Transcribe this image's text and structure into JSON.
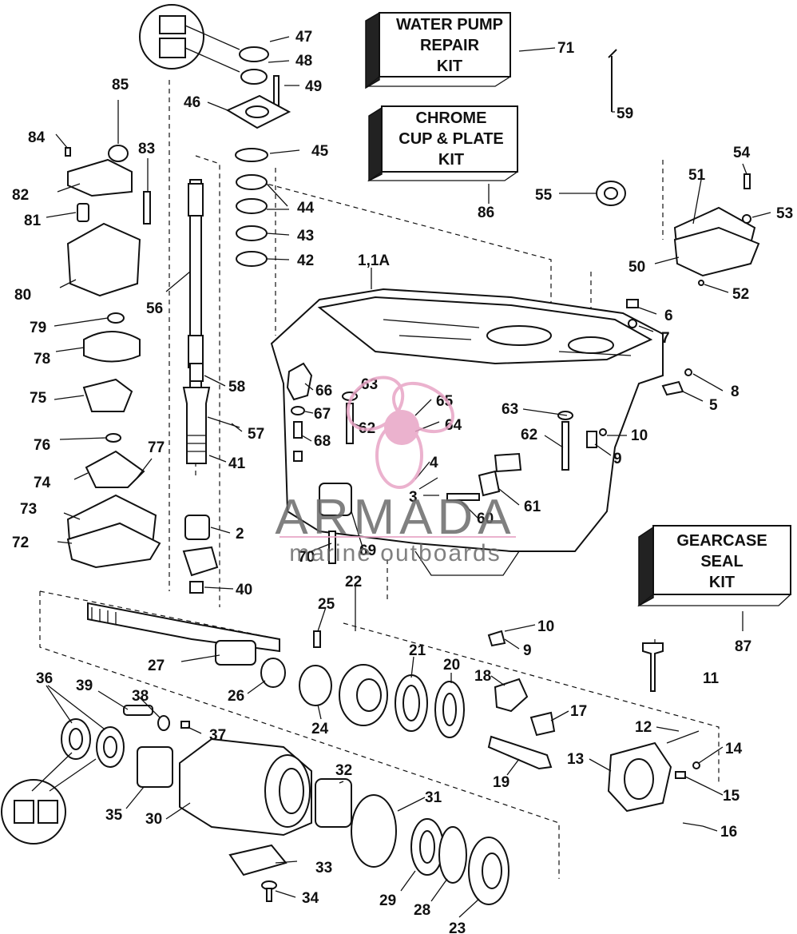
{
  "kits": [
    {
      "id": "water-pump-kit",
      "lines": [
        "WATER PUMP",
        "REPAIR",
        "KIT"
      ],
      "ref": "71"
    },
    {
      "id": "chrome-cup-kit",
      "lines": [
        "CHROME",
        "CUP & PLATE",
        "KIT"
      ],
      "ref": "86"
    },
    {
      "id": "gearcase-seal-kit",
      "lines": [
        "GEARCASE",
        "SEAL",
        "KIT"
      ],
      "ref": "87"
    }
  ],
  "callouts": [
    "47",
    "48",
    "49",
    "46",
    "45",
    "44",
    "43",
    "42",
    "85",
    "84",
    "83",
    "82",
    "81",
    "80",
    "56",
    "79",
    "78",
    "75",
    "58",
    "57",
    "41",
    "76",
    "77",
    "74",
    "73",
    "72",
    "2",
    "40",
    "1,1A",
    "59",
    "55",
    "54",
    "51",
    "53",
    "50",
    "52",
    "6",
    "7",
    "8",
    "5",
    "66",
    "63",
    "65",
    "67",
    "62",
    "64",
    "68",
    "63",
    "62",
    "10",
    "9",
    "4",
    "3",
    "61",
    "60",
    "69",
    "70",
    "22",
    "25",
    "10",
    "9",
    "87",
    "11",
    "27",
    "21",
    "20",
    "26",
    "18",
    "17",
    "24",
    "12",
    "14",
    "36",
    "39",
    "38",
    "37",
    "19",
    "13",
    "15",
    "35",
    "30",
    "32",
    "31",
    "16",
    "33",
    "29",
    "28",
    "23",
    "34"
  ],
  "watermark": {
    "brand": "ARMADA",
    "tagline": "marine outboards"
  },
  "colors": {
    "ink": "#111111",
    "paper": "#ffffff",
    "watermark_gray": "#6b6b6b",
    "watermark_pink": "#e8a5c6"
  }
}
